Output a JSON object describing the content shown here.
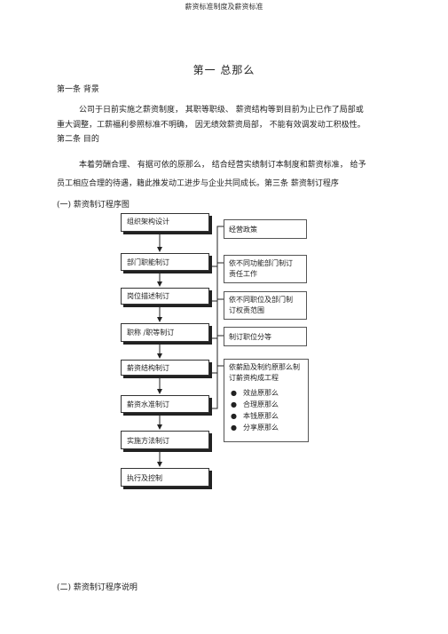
{
  "header": "薪资标准制度及薪资标准",
  "chapter_title": "第一    总那么",
  "article1_title": "第一条  背景",
  "article1_line1": "公司于日前实施之薪资制度，  其职等职级、  薪资结构等到目前为止已作了局部或",
  "article1_line2": "重大调整，工薪福利参照标准不明确，  因无绩效薪资局部，  不能有效调发动工积极性。",
  "article2_title": "第二条  目的",
  "article2_line1": "本着劳酬合理、  有据可依的原那么，  结合经营实绩制订本制度和薪资标准，  给予",
  "article2_line2": "员工相应合理的待遇，籍此推发动工进步与企业共同成长。第三条  薪资制订程序",
  "section1_title": "(一)  薪资制订程序图",
  "flow": {
    "steps": [
      "组织架构设计",
      "部门职能制订",
      "岗位描述制订",
      "职称 /职等制订",
      "薪资结构制订",
      "薪资水准制订",
      "实施方法制订",
      "执行及控制"
    ],
    "notes": {
      "n1": "经营政策",
      "n2_line1": "依不同功能部门制订",
      "n2_line2": "责任工作",
      "n3_line1": "依不同职位及部门制",
      "n3_line2": "订权责范围",
      "n4": "制订职位分等",
      "n5_line1": "依薪励及制约原那么制",
      "n5_line2": "订薪资构成工程",
      "bullets": [
        "效益原那么",
        "合理原那么",
        "本钱原那么",
        "分享原那么"
      ]
    }
  },
  "section2_title": "(二) 薪资制订程序说明"
}
